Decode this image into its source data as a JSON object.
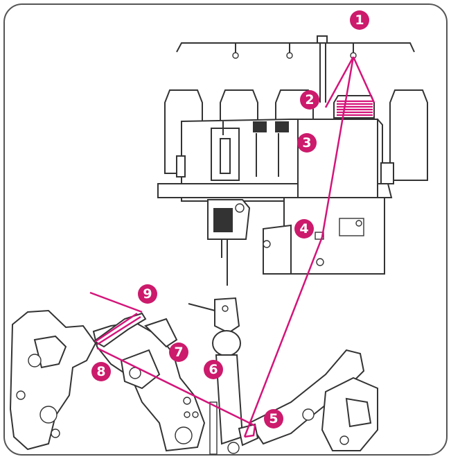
{
  "colors": {
    "thread": "#d4147a",
    "marker": "#cc1a6c",
    "line": "#333333",
    "frame": "#555555",
    "background": "#ffffff"
  },
  "markers": [
    {
      "id": "m1",
      "label": "1"
    },
    {
      "id": "m2",
      "label": "2"
    },
    {
      "id": "m3",
      "label": "3"
    },
    {
      "id": "m4",
      "label": "4"
    },
    {
      "id": "m5",
      "label": "5"
    },
    {
      "id": "m6",
      "label": "6"
    },
    {
      "id": "m7",
      "label": "7"
    },
    {
      "id": "m8",
      "label": "8"
    },
    {
      "id": "m9",
      "label": "9"
    }
  ]
}
